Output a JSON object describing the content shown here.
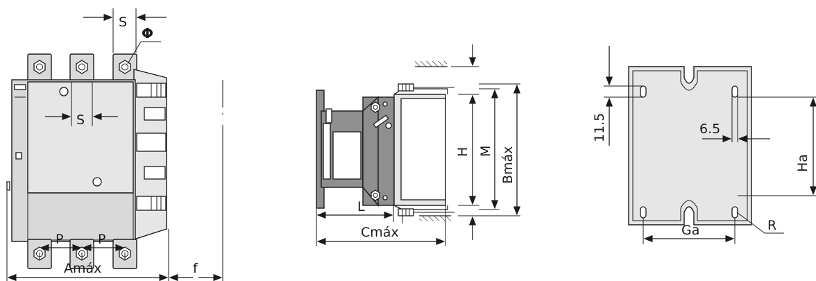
{
  "views": {
    "front": {
      "labels": {
        "S_top": "S",
        "phi": "Φ",
        "S_mid": "S",
        "P_left": "P",
        "P_right": "P",
        "Amax": "Amáx",
        "f": "f"
      }
    },
    "side": {
      "labels": {
        "H": "H",
        "M": "M",
        "Bmax": "Bmáx",
        "L": "L",
        "Cmax": "Cmáx"
      }
    },
    "mounting": {
      "labels": {
        "d11_5": "11.5",
        "d6_5": "6.5",
        "Ha": "Ha",
        "Ga": "Ga",
        "R": "R"
      }
    }
  }
}
